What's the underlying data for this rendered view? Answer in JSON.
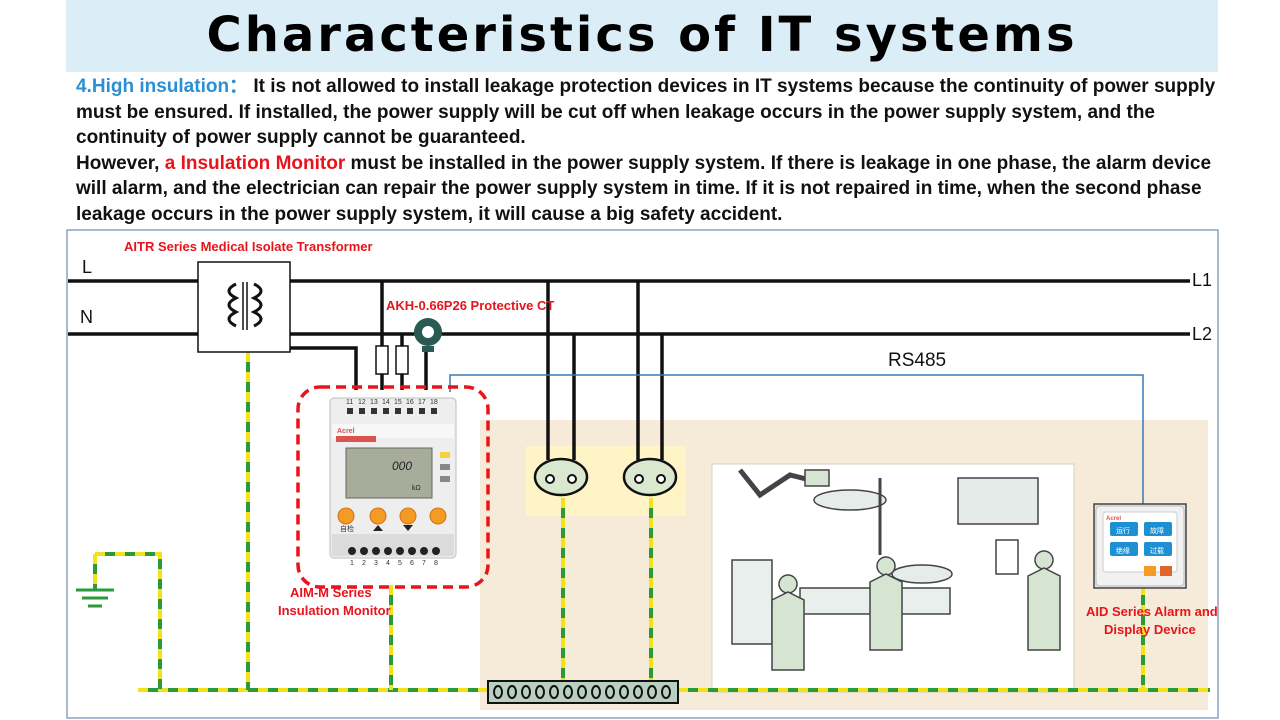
{
  "title": "Characteristics of IT systems",
  "paragraph1": {
    "label": "4.High insulation：",
    "text": " It is not allowed to install leakage protection devices in IT systems because the continuity of power supply must be ensured. If installed, the power supply will be cut off when leakage occurs in the power supply system, and the continuity of power supply cannot be guaranteed."
  },
  "paragraph2": {
    "prefix": "However, ",
    "highlight": "a Insulation Monitor",
    "suffix": " must be installed in the power supply system. If there is leakage in one phase, the alarm device will alarm, and the electrician can repair the power supply system in time. If it is not repaired in time, when the second phase leakage occurs in the power supply system, it will cause a big safety accident."
  },
  "diagram": {
    "transformer_label": "AITR Series Medical Isolate Transformer",
    "ct_label": "AKH-0.66P26 Protective CT",
    "monitor_label_line1": "AIM-M Series",
    "monitor_label_line2": "Insulation Monitor",
    "alarm_label_line1": "AID Series Alarm and",
    "alarm_label_line2": "Display Device",
    "rs485": "RS485",
    "line_in_L": "L",
    "line_in_N": "N",
    "line_out_L1": "L1",
    "line_out_L2": "L2",
    "terminal_numbers_top": [
      "11",
      "12",
      "13",
      "14",
      "15",
      "16",
      "17",
      "18"
    ],
    "terminal_numbers_bottom": [
      "1",
      "2",
      "3",
      "4",
      "5",
      "6",
      "7",
      "8"
    ],
    "device_brand": "Acrel",
    "display_value": "000",
    "display_unit": "kΩ",
    "button_label_left": "自检",
    "alarm_panel_brand": "Acrel",
    "alarm_btn1": "运行",
    "alarm_btn2": "故障",
    "alarm_btn3": "绝缘",
    "alarm_btn4": "过载",
    "accent_red": "#e8141b",
    "accent_blue": "#2b8fd6",
    "ground_green": "#2c9a3a",
    "ground_yellow": "#f2e21a"
  }
}
